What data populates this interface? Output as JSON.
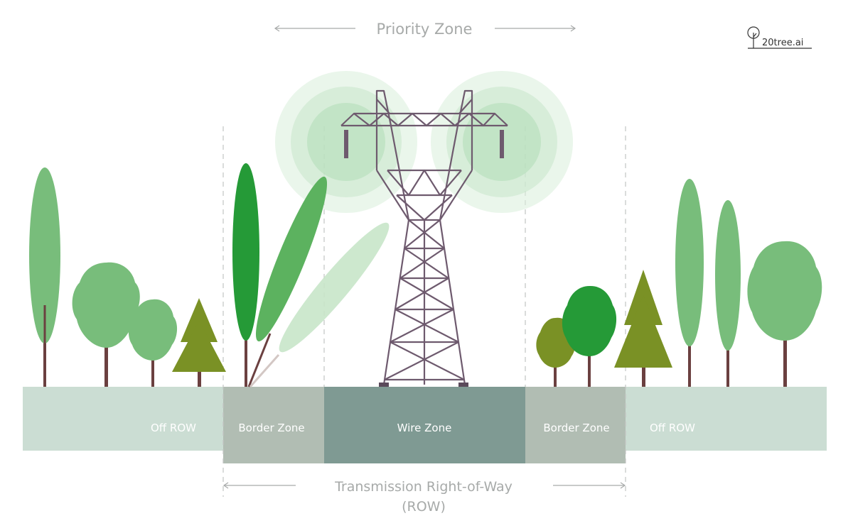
{
  "priority_zone": {
    "label": "Priority Zone"
  },
  "row": {
    "label_line1": "Transmission Right-of-Way",
    "label_line2": "(ROW)"
  },
  "zones": [
    {
      "id": "off-row-left",
      "label": "Off ROW"
    },
    {
      "id": "border-zone-left",
      "label": "Border Zone"
    },
    {
      "id": "wire-zone",
      "label": "Wire Zone"
    },
    {
      "id": "border-zone-right",
      "label": "Border Zone"
    },
    {
      "id": "off-row-right",
      "label": "Off ROW"
    }
  ],
  "logo": {
    "text": "20tree.ai"
  },
  "colors": {
    "off_row": "#cbddd3",
    "border_zone": "#b1bdb3",
    "wire_zone": "#7f9a93",
    "tower": "#6e5a6e",
    "light_green": "#78bd7b",
    "dark_green": "#259a37",
    "olive": "#7a9125",
    "trunk": "#6b4040"
  }
}
